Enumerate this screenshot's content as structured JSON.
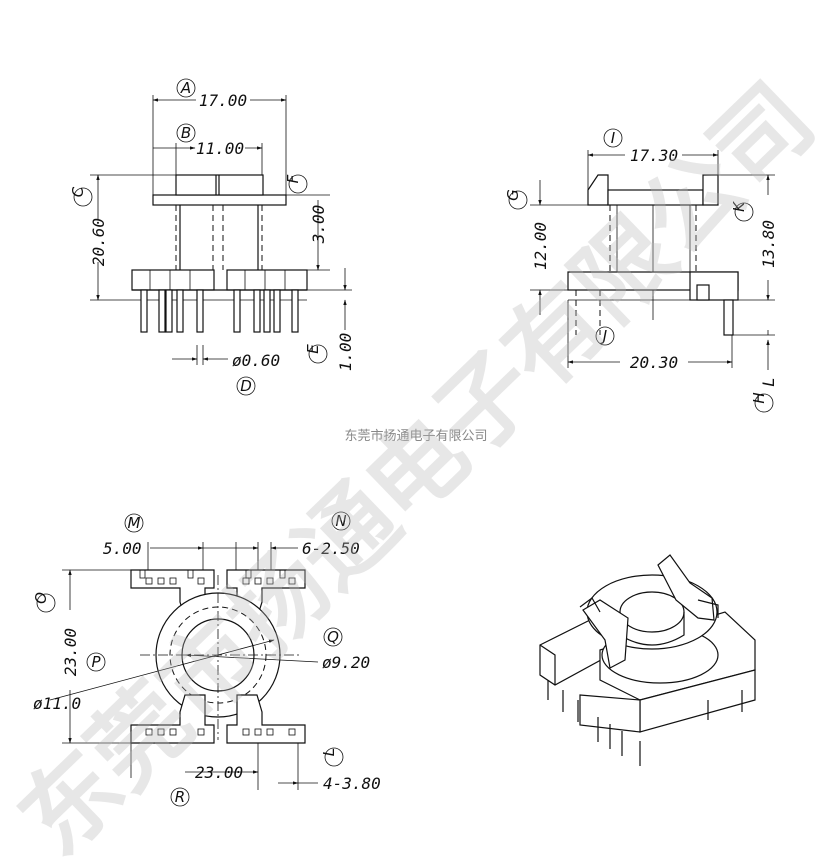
{
  "watermark": {
    "text_small": "东莞市扬通电子有限公司",
    "text_large": "东莞市扬通电子有限公司"
  },
  "front_view": {
    "letters": {
      "A": "A",
      "B": "B",
      "C": "C",
      "D": "D",
      "E": "E",
      "F": "F"
    },
    "dims": {
      "A": "17.00",
      "B": "11.00",
      "C": "20.60",
      "D": "ø0.60",
      "E": "1.00",
      "F": "3.00"
    }
  },
  "side_view": {
    "letters": {
      "G": "G",
      "H": "H",
      "I": "I",
      "J": "J",
      "K": "K",
      "L": "L"
    },
    "dims": {
      "G": "12.00",
      "I": "17.30",
      "J": "20.30",
      "K": "13.80"
    }
  },
  "top_view": {
    "letters": {
      "M": "M",
      "N": "N",
      "O": "O",
      "P": "P",
      "Q": "Q",
      "L": "L",
      "R": "R"
    },
    "dims": {
      "M": "5.00",
      "N": "6-2.50",
      "O": "23.00",
      "P": "ø11.0",
      "Q": "ø9.20",
      "L": "4-3.80",
      "R": "23.00"
    }
  }
}
